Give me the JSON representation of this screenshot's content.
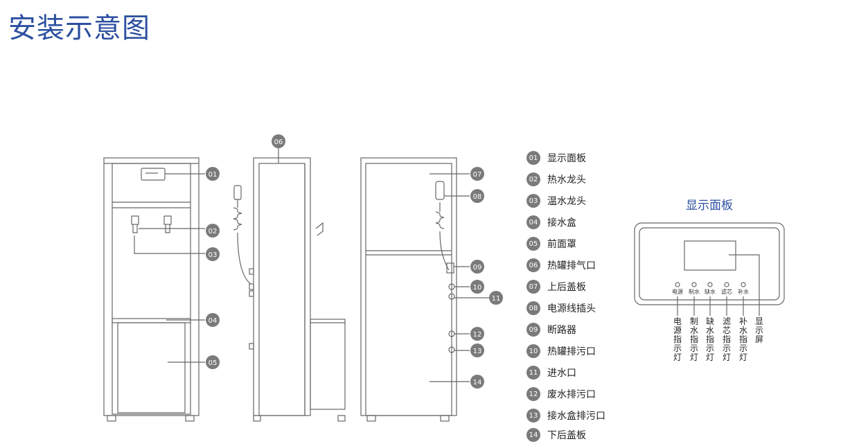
{
  "title": "安装示意图",
  "legend": [
    {
      "num": "01",
      "label": "显示面板"
    },
    {
      "num": "02",
      "label": "热水龙头"
    },
    {
      "num": "03",
      "label": "温水龙头"
    },
    {
      "num": "04",
      "label": "接水盒"
    },
    {
      "num": "05",
      "label": "前面罩"
    },
    {
      "num": "06",
      "label": "热罐排气口"
    },
    {
      "num": "07",
      "label": "上后盖板"
    },
    {
      "num": "08",
      "label": "电源线插头"
    },
    {
      "num": "09",
      "label": "断路器"
    },
    {
      "num": "10",
      "label": "热罐排污口"
    },
    {
      "num": "11",
      "label": "进水口"
    },
    {
      "num": "12",
      "label": "废水排污口"
    },
    {
      "num": "13",
      "label": "接水盒排污口"
    },
    {
      "num": "14",
      "label": "下后盖板"
    }
  ],
  "callouts": {
    "c01": "01",
    "c02": "02",
    "c03": "03",
    "c04": "04",
    "c05": "05",
    "c06": "06",
    "c07": "07",
    "c08": "08",
    "c09": "09",
    "c10": "10",
    "c11": "11",
    "c12": "12",
    "c13": "13",
    "c14": "14"
  },
  "panel": {
    "title": "显示面板",
    "indicators": [
      "电源",
      "制水",
      "缺水",
      "滤芯",
      "补水"
    ],
    "vertical_labels": [
      "电源指示灯",
      "制水指示灯",
      "缺水指示灯",
      "滤芯指示灯",
      "补水指示灯",
      "显示屏"
    ]
  }
}
